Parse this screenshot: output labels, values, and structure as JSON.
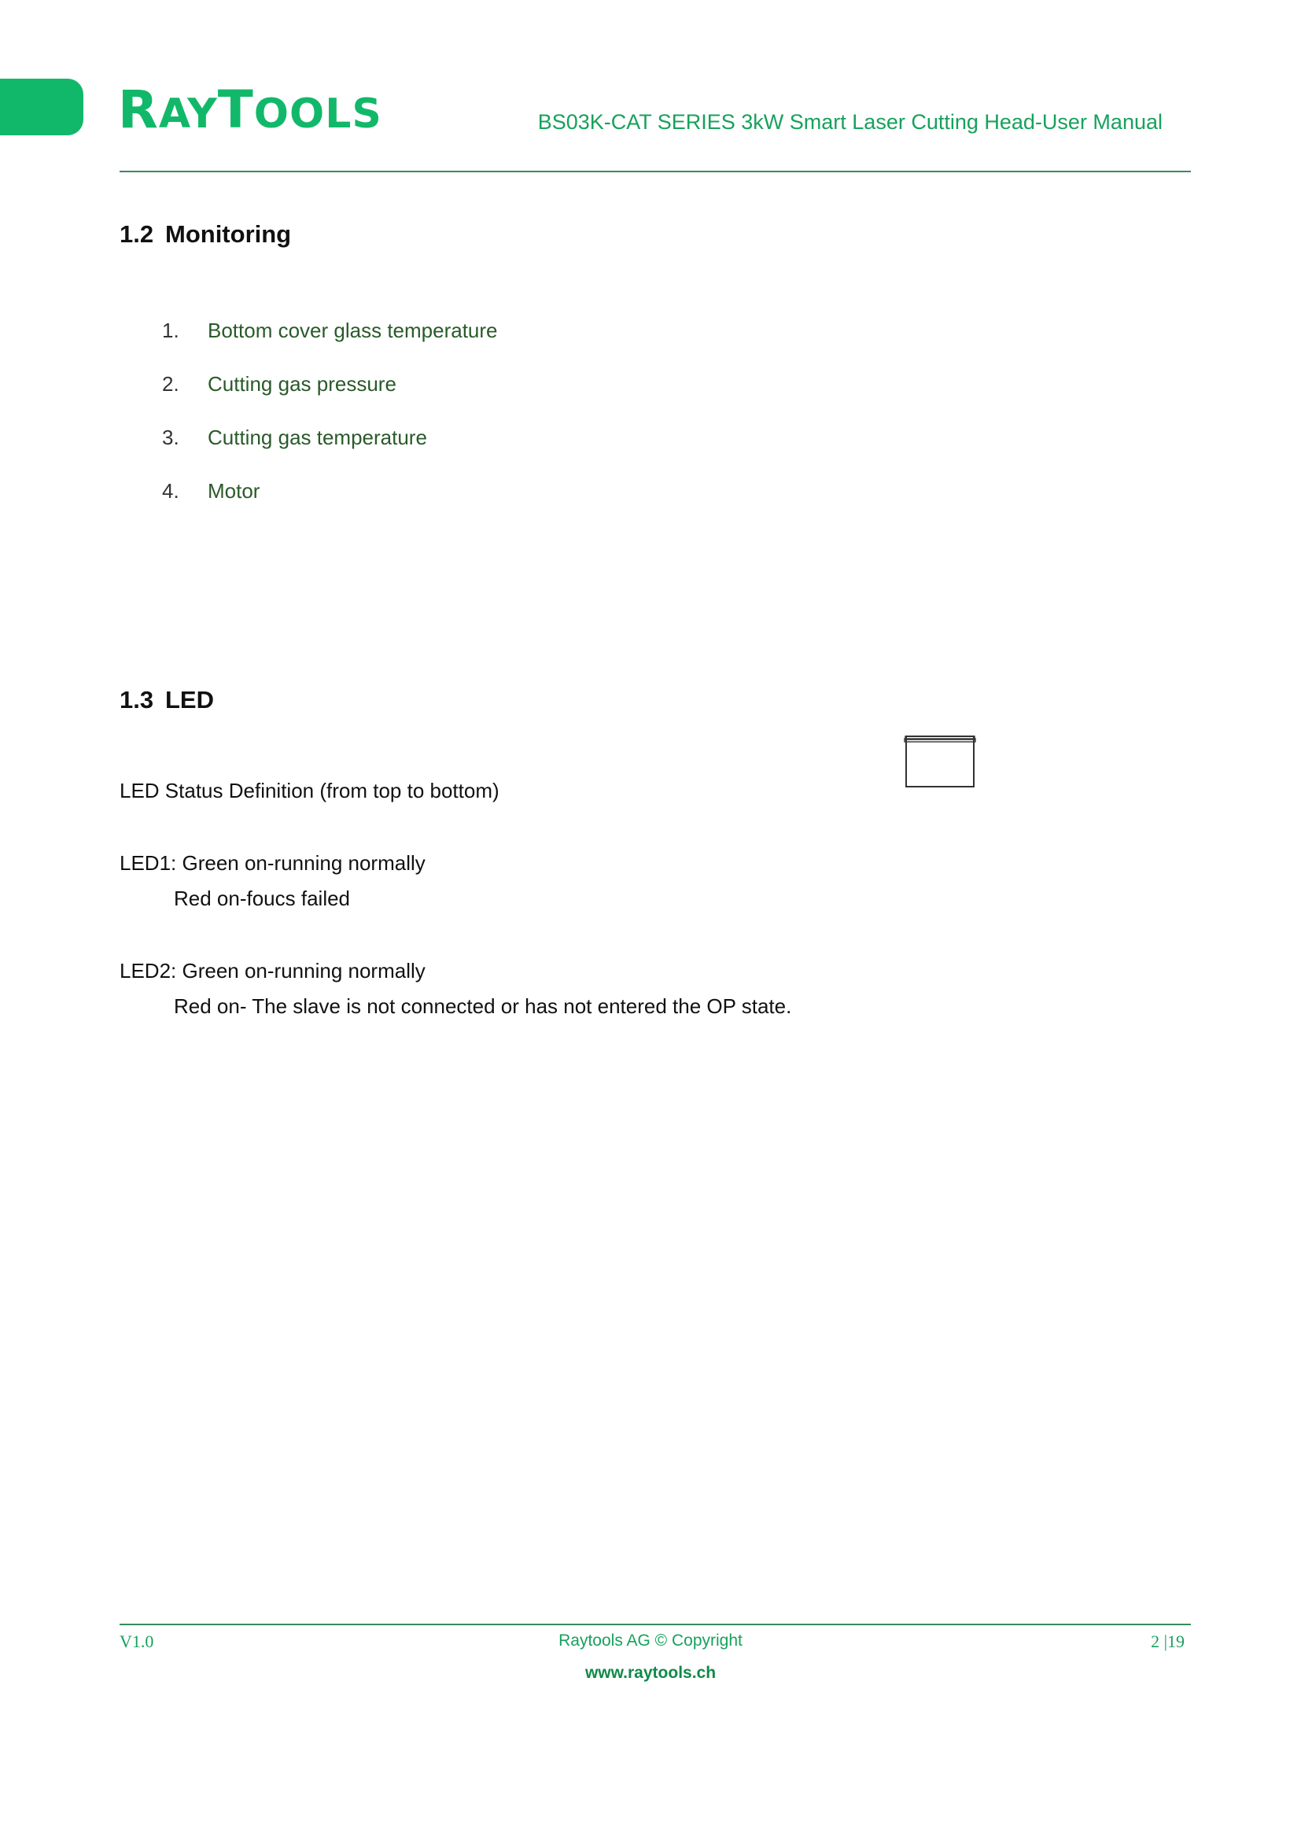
{
  "header": {
    "logo_first": "R",
    "logo_mid": "AY",
    "logo_t": "T",
    "logo_end": "OOLS",
    "doc_title": "BS03K-CAT SERIES 3kW Smart Laser Cutting Head-User Manual"
  },
  "monitoring": {
    "number": "1.2",
    "title": "Monitoring",
    "items": [
      {
        "num": "1.",
        "label": "Bottom cover glass temperature"
      },
      {
        "num": "2.",
        "label": "Cutting gas pressure"
      },
      {
        "num": "3.",
        "label": "Cutting gas temperature"
      },
      {
        "num": "4.",
        "label": "Motor"
      }
    ]
  },
  "led": {
    "number": "1.3",
    "title": "LED",
    "intro": "LED Status Definition (from top to bottom)",
    "led1_line1": "LED1: Green on-running normally",
    "led1_line2": "Red on-foucs failed",
    "led2_line1": "LED2: Green on-running normally",
    "led2_line2": "Red on- The slave is not connected or has not entered the OP state."
  },
  "footer": {
    "version": "V1.0",
    "copyright": "Raytools AG © Copyright",
    "website": "www.raytools.ch",
    "page": "2 |19"
  },
  "colors": {
    "brand_green": "#12b86a",
    "text_green": "#2a5a2a"
  }
}
